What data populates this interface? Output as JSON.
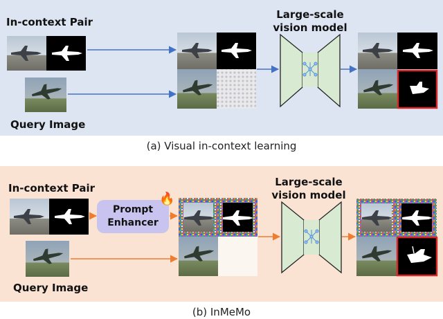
{
  "panel_a": {
    "pair_label": "In-context Pair",
    "query_label": "Query Image",
    "model_label_line1": "Large-scale",
    "model_label_line2": "vision model",
    "caption": "(a) Visual in-context learning"
  },
  "panel_b": {
    "pair_label": "In-context Pair",
    "query_label": "Query Image",
    "model_label_line1": "Large-scale",
    "model_label_line2": "vision model",
    "enhancer_line1": "Prompt",
    "enhancer_line2": "Enhancer",
    "caption": "(b) InMeMo"
  },
  "colors": {
    "panel_a_bg": "#dde5f3",
    "panel_b_bg": "#fbe3d4",
    "arrow_a": "#4472c4",
    "arrow_b": "#ed7d31",
    "model_fill": "#d9ead3",
    "enhancer_fill": "#c9c4ef",
    "highlight_border": "#d62828"
  },
  "icons": [
    "fire-icon",
    "network-icon"
  ]
}
